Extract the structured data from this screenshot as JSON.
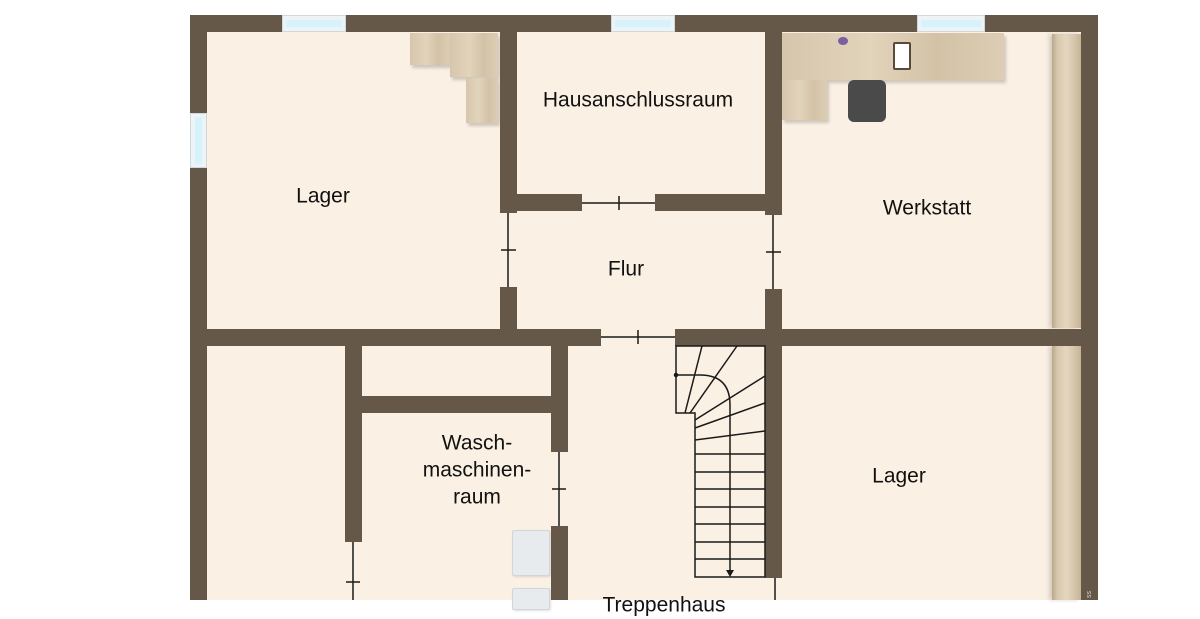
{
  "floorplan": {
    "rooms": [
      {
        "id": "lager-top-left",
        "label": "Lager"
      },
      {
        "id": "hausanschlussraum",
        "label": "Hausanschlussraum"
      },
      {
        "id": "werkstatt",
        "label": "Werkstatt"
      },
      {
        "id": "flur",
        "label": "Flur"
      },
      {
        "id": "waschmaschinenraum",
        "label_lines": [
          "Wasch-",
          "maschinen-",
          "raum"
        ]
      },
      {
        "id": "lager-bottom-right",
        "label": "Lager"
      },
      {
        "id": "treppenhaus",
        "label": "Treppenhaus"
      }
    ],
    "colors": {
      "wall": "#665848",
      "floor": "#fbf0e4",
      "window_glass": "#d6f3fb",
      "furniture_wood": "#dccdb4"
    },
    "watermark": "ss"
  }
}
